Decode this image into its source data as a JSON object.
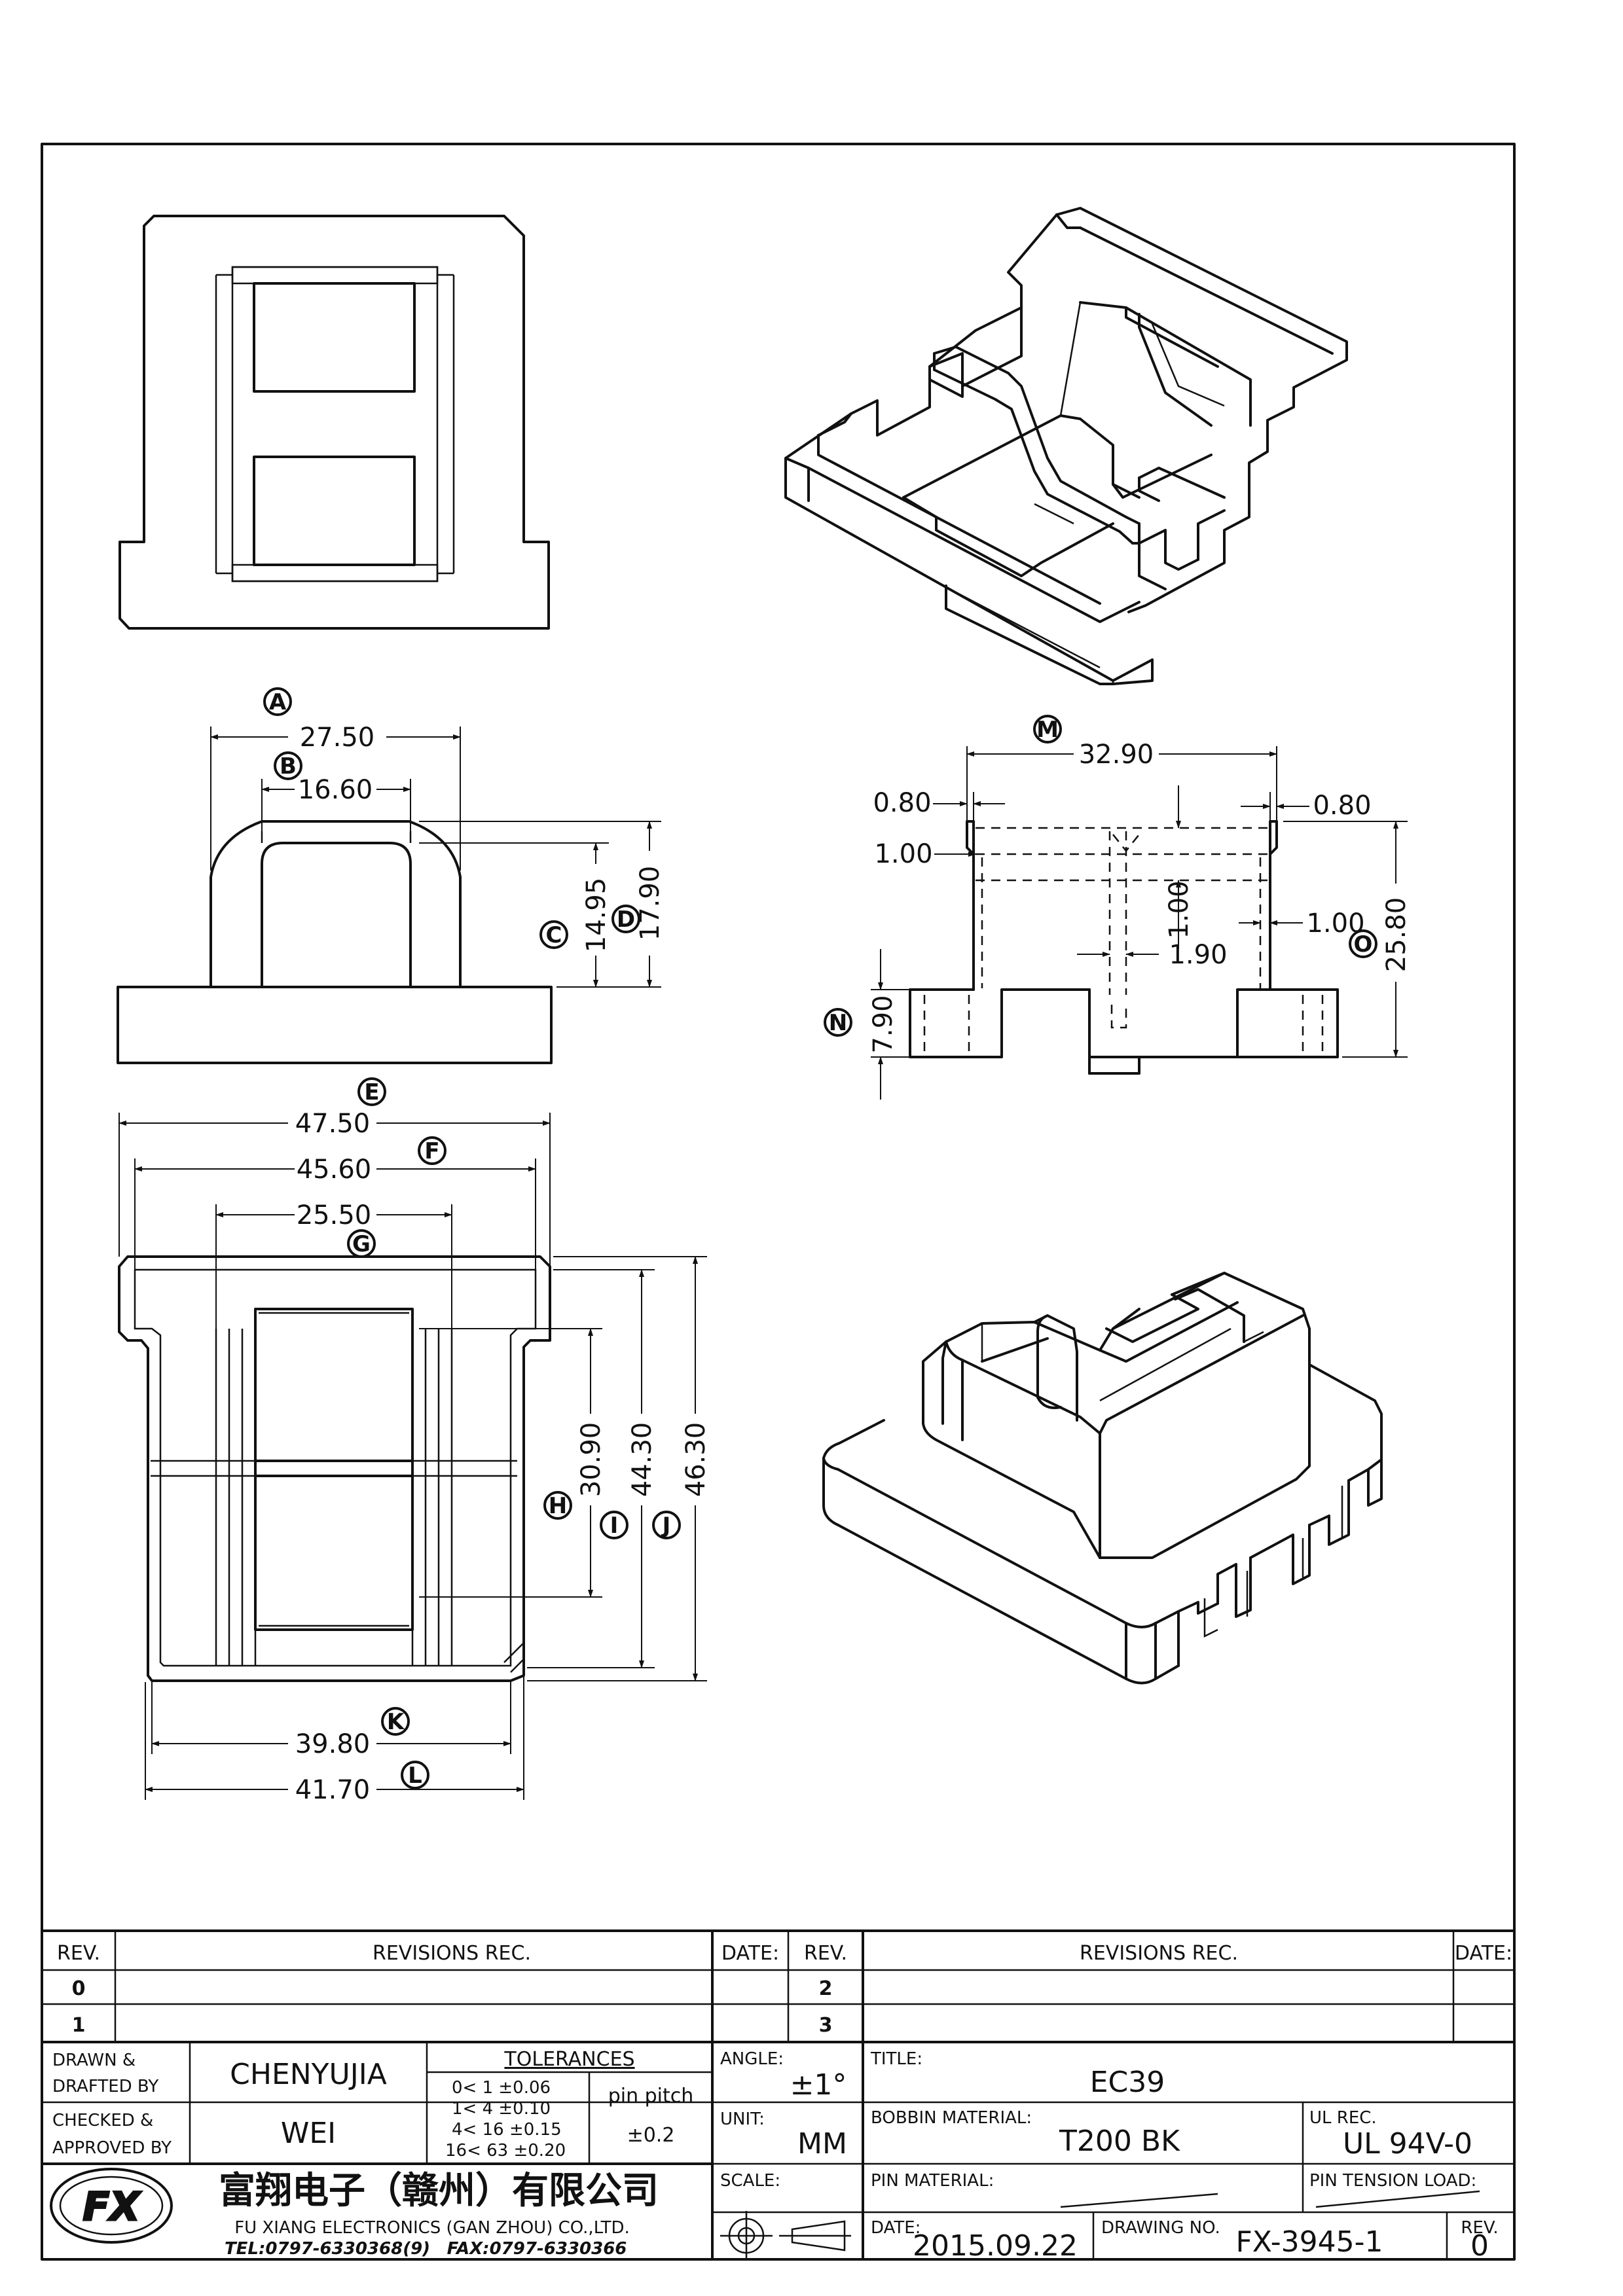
{
  "views": {
    "top_view": {},
    "iso_top": {},
    "front": {
      "dims": {
        "A": {
          "letter": "A",
          "value": "27.50"
        },
        "B": {
          "letter": "B",
          "value": "16.60"
        },
        "C": {
          "letter": "C",
          "value": "14.95"
        },
        "D": {
          "letter": "D",
          "value": "17.90"
        }
      }
    },
    "side": {
      "dims": {
        "M": {
          "letter": "M",
          "value": "32.90"
        },
        "N": {
          "letter": "N",
          "value": "7.90"
        },
        "O": {
          "letter": "O",
          "value": "25.80"
        }
      },
      "plain": {
        "wall_left": "0.80",
        "wall_right": "0.80",
        "flange": "1.00",
        "mid_vertical": "1.00",
        "mid_right": "1.00",
        "slot": "1.90"
      }
    },
    "plan": {
      "dims": {
        "E": {
          "letter": "E",
          "value": "47.50"
        },
        "F": {
          "letter": "F",
          "value": "45.60"
        },
        "G": {
          "letter": "G",
          "value": "25.50"
        },
        "H": {
          "letter": "H",
          "value": "30.90"
        },
        "I": {
          "letter": "I",
          "value": "44.30"
        },
        "J": {
          "letter": "J",
          "value": "46.30"
        },
        "K": {
          "letter": "K",
          "value": "39.80"
        },
        "L": {
          "letter": "L",
          "value": "41.70"
        }
      }
    },
    "iso_bottom": {}
  },
  "title_block": {
    "rev_table": {
      "headers": {
        "rev": "REV.",
        "revisions": "REVISIONS   REC.",
        "date": "DATE:"
      },
      "rows_left": [
        "0",
        "1"
      ],
      "rows_right": [
        "2",
        "3"
      ]
    },
    "drawn_label_1": "DRAWN &",
    "drawn_label_2": "DRAFTED BY",
    "drawn_by": "CHENYUJIA",
    "checked_label_1": "CHECKED &",
    "checked_label_2": "APPROVED BY",
    "approved_by": "WEI",
    "tolerances": {
      "title": "TOLERANCES",
      "rows": [
        "0<  1   ±0.06",
        "1<  4   ±0.10",
        "4<  16  ±0.15",
        "16<  63  ±0.20"
      ],
      "pin_pitch_label": "pin pitch",
      "pin_pitch_value": "±0.2"
    },
    "angle_label": "ANGLE:",
    "angle_value": "±1°",
    "unit_label": "UNIT:",
    "unit_value": "MM",
    "scale_label": "SCALE:",
    "title_label": "TITLE:",
    "title_value": "EC39",
    "bobbin_label": "BOBBIN MATERIAL:",
    "bobbin_value": "T200  BK",
    "ul_label": "UL REC.",
    "ul_value": "UL  94V-0",
    "pin_material_label": "PIN MATERIAL:",
    "pin_tension_label": "PIN TENSION LOAD:",
    "date_label": "DATE:",
    "date_value": "2015.09.22",
    "drawing_no_label": "DRAWING NO.",
    "drawing_no": "FX-3945-1",
    "rev_label": "REV.",
    "rev_value": "0",
    "company_cn": "富翔电子（赣州）有限公司",
    "company_en": "FU XIANG ELECTRONICS (GAN ZHOU) CO.,LTD.",
    "tel": "TEL:0797-6330368(9)",
    "fax": "FAX:0797-6330366",
    "logo_text": "FX"
  }
}
